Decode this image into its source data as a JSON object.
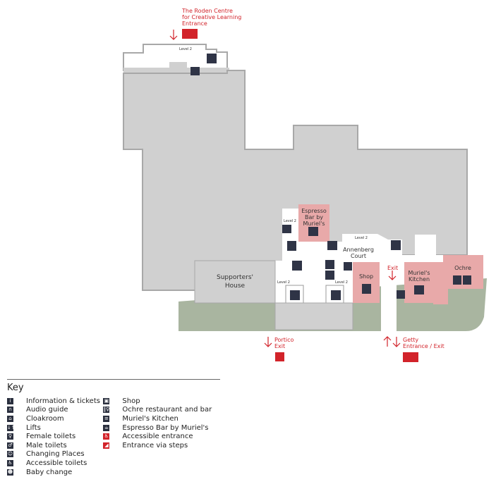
{
  "colors": {
    "building": "#d0d0d0",
    "outline": "#a8a8a8",
    "venue": "#e8a9a9",
    "garden": "#a9b5a0",
    "red": "#d2232a",
    "icon": "#2f3446"
  },
  "map": {
    "roden_entrance": [
      "The Roden Centre",
      "for Creative Learning",
      "Entrance"
    ],
    "level2_labels": [
      "Level 2",
      "Level 2",
      "Level 2",
      "Level 2",
      "Level 2"
    ],
    "espresso_bar": [
      "Espresso",
      "Bar by",
      "Muriel's"
    ],
    "annenberg_court": [
      "Annenberg",
      "Court"
    ],
    "supporters_house": [
      "Supporters'",
      "House"
    ],
    "shop": "Shop",
    "exit": "Exit",
    "muriels_kitchen": [
      "Muriel's",
      "Kitchen"
    ],
    "ochre": "Ochre",
    "portico_exit": [
      "Portico",
      "Exit"
    ],
    "getty_entrance": [
      "Getty",
      "Entrance / Exit"
    ]
  },
  "key": {
    "title": "Key",
    "items": [
      {
        "icon": "info-icon",
        "glyph": "i",
        "label": "Information & tickets"
      },
      {
        "icon": "audio-guide-icon",
        "glyph": "∩",
        "label": "Audio guide"
      },
      {
        "icon": "cloakroom-icon",
        "glyph": "⌂",
        "label": "Cloakroom"
      },
      {
        "icon": "lifts-icon",
        "glyph": "↓↑",
        "label": "Lifts"
      },
      {
        "icon": "female-toilets-icon",
        "glyph": "♀",
        "label": "Female toilets"
      },
      {
        "icon": "male-toilets-icon",
        "glyph": "♂",
        "label": "Male toilets"
      },
      {
        "icon": "changing-places-icon",
        "glyph": "☺",
        "label": "Changing Places"
      },
      {
        "icon": "accessible-toilets-icon",
        "glyph": "♿",
        "label": "Accessible toilets"
      },
      {
        "icon": "baby-change-icon",
        "glyph": "☻",
        "label": "Baby change"
      }
    ],
    "items2": [
      {
        "icon": "shop-icon",
        "glyph": "▣",
        "label": "Shop"
      },
      {
        "icon": "restaurant-bar-icon",
        "glyph": "‖♀",
        "label": "Ochre restaurant and bar"
      },
      {
        "icon": "kitchen-icon",
        "glyph": "≡",
        "label": "Muriel's Kitchen"
      },
      {
        "icon": "coffee-icon",
        "glyph": "☕",
        "label": "Espresso Bar by Muriel's"
      },
      {
        "icon": "accessible-entrance-icon",
        "glyph": "♿",
        "label": "Accessible entrance",
        "red": true
      },
      {
        "icon": "steps-entrance-icon",
        "glyph": "◢",
        "label": "Entrance via steps",
        "red": true
      }
    ]
  }
}
